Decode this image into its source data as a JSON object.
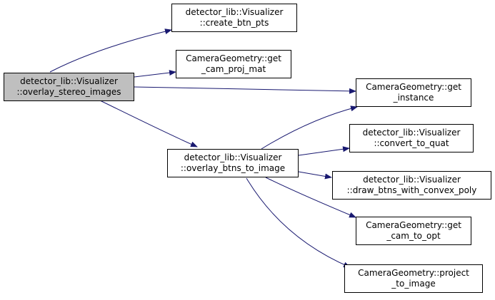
{
  "colors": {
    "edge": "#191970",
    "root_fill": "#bfbfbf",
    "node_fill": "#ffffff",
    "border": "#000000"
  },
  "nodes": {
    "overlay_stereo_images": {
      "line1": "detector_lib::Visualizer",
      "line2": "::overlay_stereo_images"
    },
    "create_btn_pts": {
      "line1": "detector_lib::Visualizer",
      "line2": "::create_btn_pts"
    },
    "get_cam_proj_mat": {
      "line1": "CameraGeometry::get",
      "line2": "_cam_proj_mat"
    },
    "get_instance": {
      "line1": "CameraGeometry::get",
      "line2": "_instance"
    },
    "overlay_btns_to_image": {
      "line1": "detector_lib::Visualizer",
      "line2": "::overlay_btns_to_image"
    },
    "convert_to_quat": {
      "line1": "detector_lib::Visualizer",
      "line2": "::convert_to_quat"
    },
    "draw_btns_with_convex_poly": {
      "line1": "detector_lib::Visualizer",
      "line2": "::draw_btns_with_convex_poly"
    },
    "get_cam_to_opt": {
      "line1": "CameraGeometry::get",
      "line2": "_cam_to_opt"
    },
    "project_to_image": {
      "line1": "CameraGeometry::project",
      "line2": "_to_image"
    }
  }
}
